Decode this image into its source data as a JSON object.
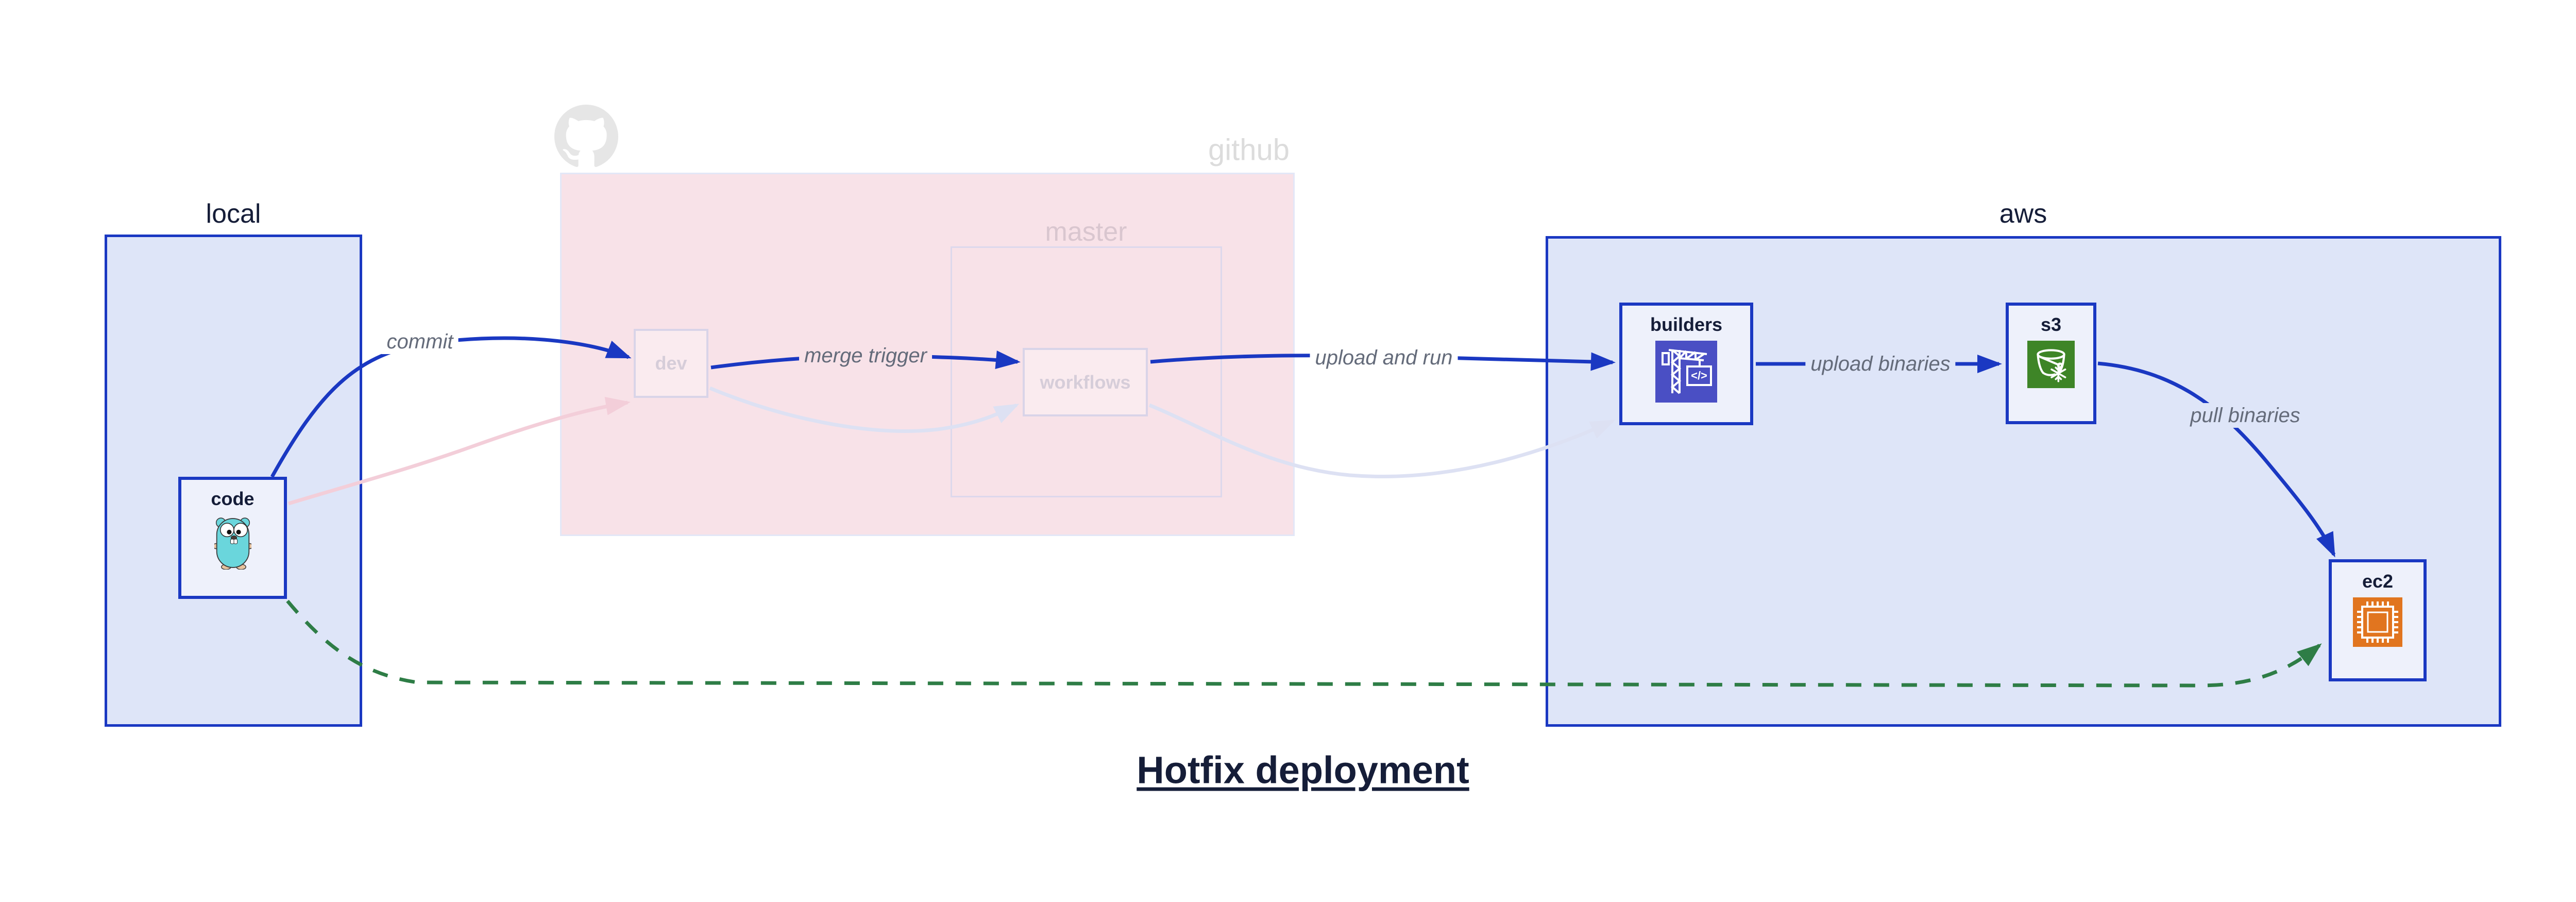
{
  "title": "Hotfix deployment",
  "groups": {
    "local": {
      "label": "local"
    },
    "github": {
      "label": "github",
      "master": {
        "label": "master"
      }
    },
    "aws": {
      "label": "aws"
    }
  },
  "nodes": {
    "code": {
      "label": "code",
      "icon": "go-gopher-icon"
    },
    "dev": {
      "label": "dev"
    },
    "workflows": {
      "label": "workflows"
    },
    "builders": {
      "label": "builders",
      "icon": "aws-codebuild-icon",
      "icon_glyph": "</>"
    },
    "s3": {
      "label": "s3",
      "icon": "aws-s3-glacier-icon"
    },
    "ec2": {
      "label": "ec2",
      "icon": "aws-ec2-icon"
    }
  },
  "edges": [
    {
      "id": "commit",
      "from": "code",
      "to": "dev",
      "label": "commit",
      "style": "solid-blue"
    },
    {
      "id": "merge-trigger",
      "from": "dev",
      "to": "workflows",
      "label": "merge trigger",
      "style": "solid-blue"
    },
    {
      "id": "upload-and-run",
      "from": "workflows",
      "to": "builders",
      "label": "upload and run",
      "style": "solid-blue"
    },
    {
      "id": "upload-binaries",
      "from": "builders",
      "to": "s3",
      "label": "upload binaries",
      "style": "solid-blue"
    },
    {
      "id": "pull-binaries",
      "from": "s3",
      "to": "ec2",
      "label": "pull binaries",
      "style": "solid-blue"
    },
    {
      "id": "code-to-dev-faded",
      "from": "code",
      "to": "dev",
      "label": "",
      "style": "faded-pink"
    },
    {
      "id": "dev-to-workflows-faded",
      "from": "dev",
      "to": "workflows",
      "label": "",
      "style": "faded-lavender"
    },
    {
      "id": "workflows-to-builders-faded",
      "from": "workflows",
      "to": "builders",
      "label": "",
      "style": "faded-lavender"
    },
    {
      "id": "hotfix-path",
      "from": "code",
      "to": "ec2",
      "label": "",
      "style": "dashed-green"
    }
  ],
  "colors": {
    "accent_blue": "#1a38c2",
    "group_fill": "#dee5f8",
    "node_fill": "#eef1fb",
    "github_pink_fill": "#f8e2e8",
    "faded_border": "#d9d4e8",
    "faded_text": "#d6cdd9",
    "github_gray": "#dcdcdc",
    "octocat_gray": "#e6e6e6",
    "edge_label_gray": "#646b7a",
    "dark_text": "#151d38",
    "hotfix_green": "#2e7d46",
    "faded_pink_stroke": "#f3ced9",
    "faded_lavender_stroke": "#dde1f3",
    "codebuild_indigo": "#4a4fc4",
    "s3_green": "#3e8527",
    "ec2_orange": "#e1751f",
    "gopher_teal": "#6ad6dc"
  }
}
